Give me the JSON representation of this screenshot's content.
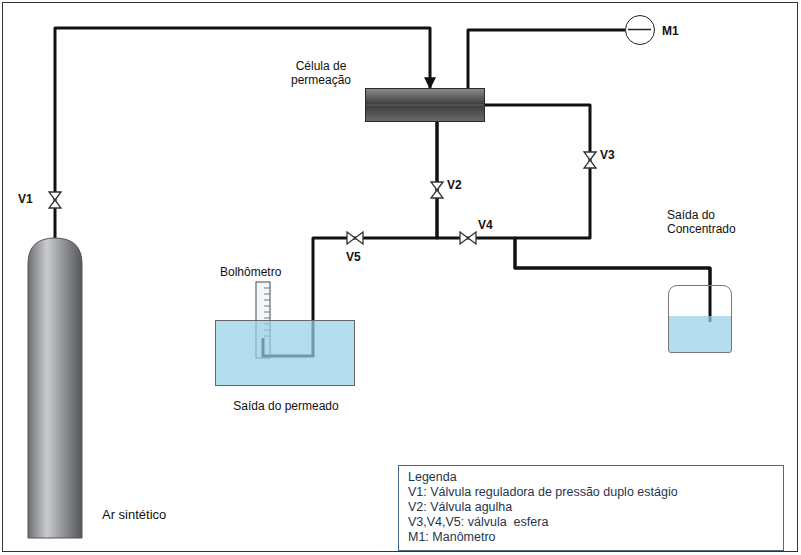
{
  "diagram": {
    "nodes": [
      {
        "text": [
          "Ar sintético"
        ]
      },
      {
        "text": [
          "Célula de permeação"
        ]
      },
      {
        "text": [
          "M1"
        ]
      },
      {
        "text": [
          "Bolhômetro",
          "Saída do permeado"
        ]
      },
      {
        "text": [
          "Saída do Concentrado"
        ]
      }
    ],
    "edges": [
      {
        "from": 0,
        "to": 1,
        "arrow": "to"
      },
      {
        "from": 1,
        "to": 2,
        "arrow": "none"
      },
      {
        "from": 1,
        "to": 3,
        "arrow": "none"
      },
      {
        "from": 1,
        "to": 4,
        "arrow": "none"
      },
      {
        "from": 1,
        "to": 4,
        "arrow": "none"
      }
    ],
    "labels": [
      "V1",
      "V2",
      "V3",
      "V4",
      "V5",
      "Legenda"
    ],
    "legend": [
      {
        "text": "V1: Válvula reguladora de pressão duplo estágio"
      },
      {
        "text": "V2: Válvula agulha"
      },
      {
        "text": "V3,V4,V5: válvula  esfera"
      },
      {
        "text": "M1: Manômetro"
      }
    ]
  }
}
